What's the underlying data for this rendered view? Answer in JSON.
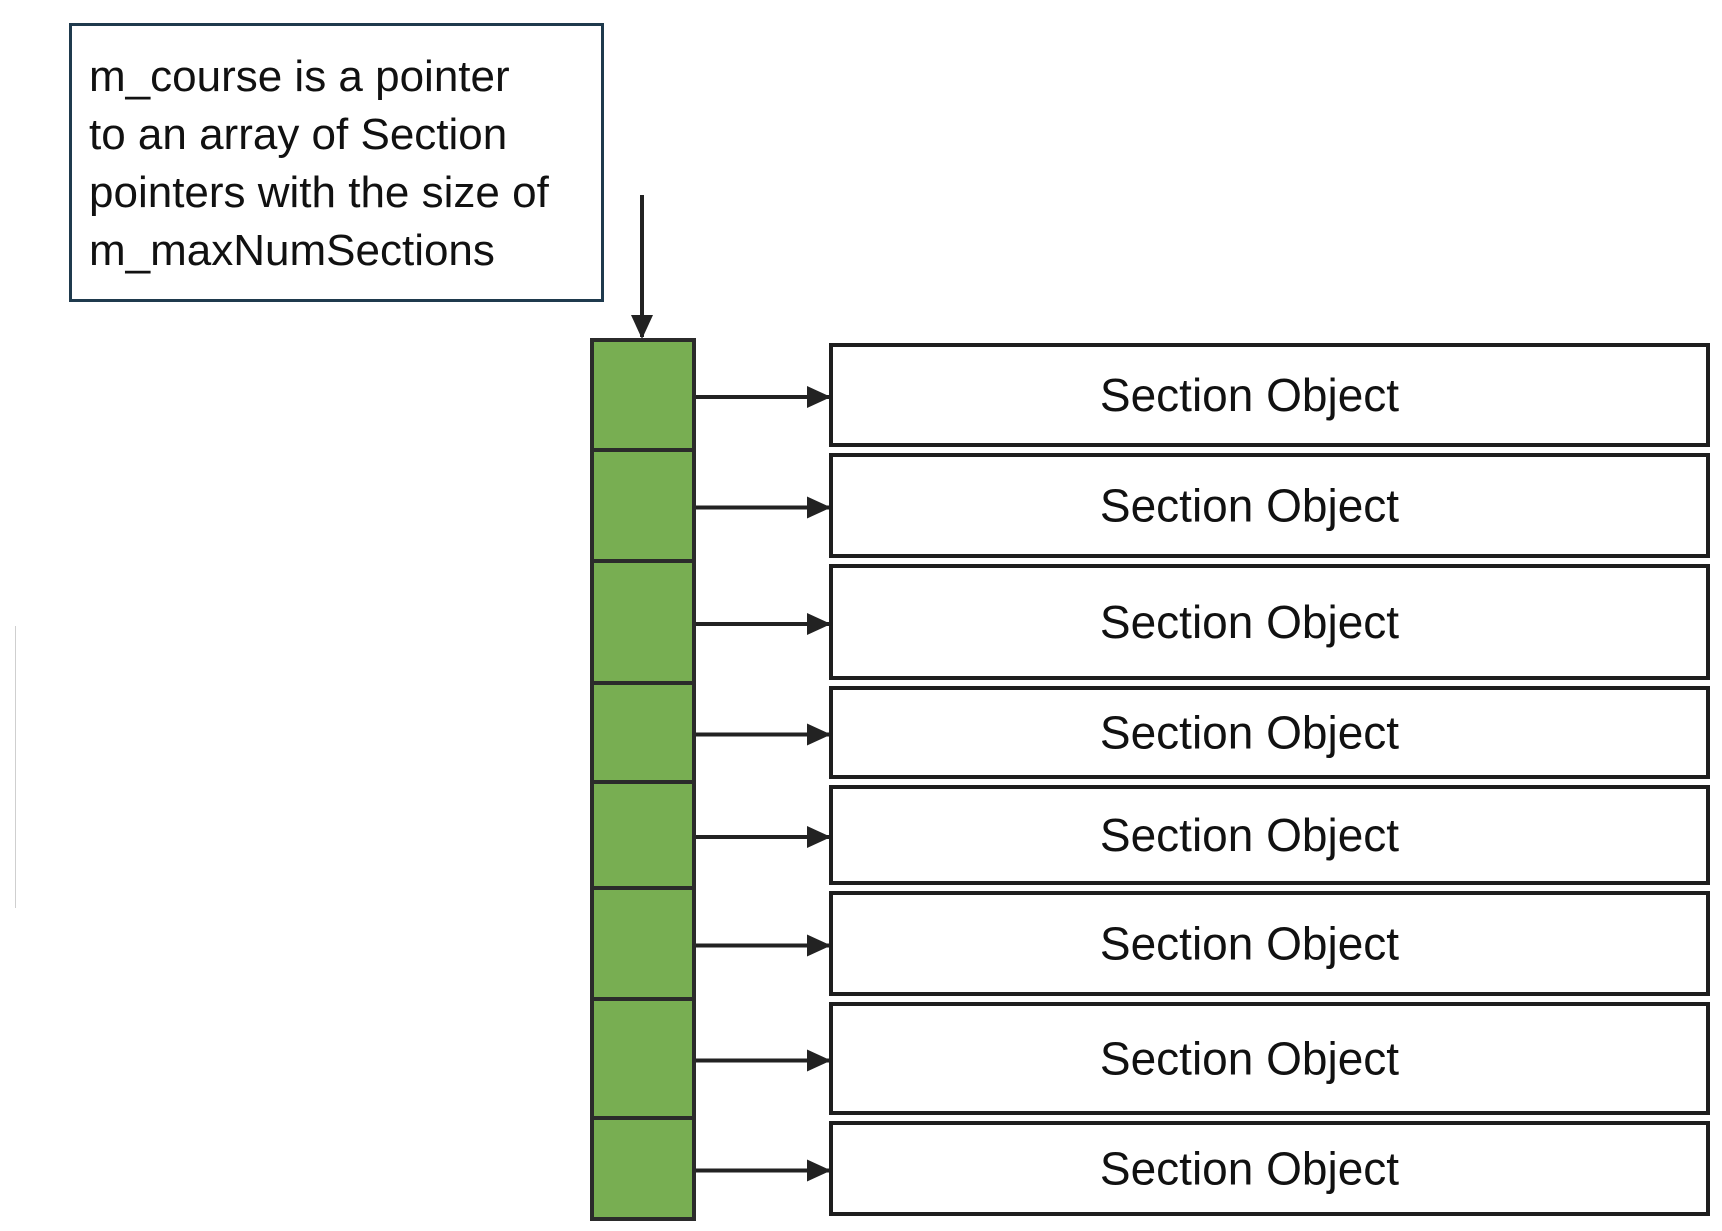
{
  "callout": {
    "text": "m_course is a pointer\nto an array of Section\npointers with the size of\nm_maxNumSections"
  },
  "pointer_array": {
    "cell_count": 8,
    "cell_color": "#78ae52",
    "border_color": "#2b2b2b"
  },
  "section_objects": [
    {
      "label": "Section Object"
    },
    {
      "label": "Section Object"
    },
    {
      "label": "Section Object"
    },
    {
      "label": "Section Object"
    },
    {
      "label": "Section Object"
    },
    {
      "label": "Section Object"
    },
    {
      "label": "Section Object"
    },
    {
      "label": "Section Object"
    }
  ]
}
